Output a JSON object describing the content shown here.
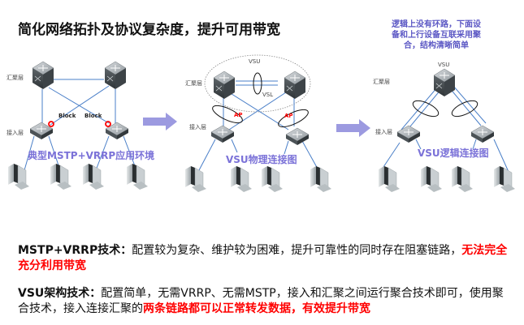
{
  "title": "简化网络拓扑及协议复杂度，提升可用带宽",
  "note": "逻辑上没有环路，下面设备和上行设备互联采用聚合，结构清晰简单",
  "diagrams": {
    "mstp": {
      "caption": "典型MSTP+VRRP应用环境",
      "layer_agg": "汇聚层",
      "layer_access": "接入层",
      "block_left": "Block",
      "block_right": "Block"
    },
    "vsu_physical": {
      "caption": "VSU物理连接图",
      "layer_agg": "汇聚层",
      "layer_access": "接入层",
      "vsu_label": "VSU",
      "vsl_label": "VSL",
      "ap_left": "AP",
      "ap_right": "AP"
    },
    "vsu_logical": {
      "caption": "VSU逻辑连接图",
      "layer_agg": "汇聚层",
      "layer_access": "接入层",
      "vsu_label": "VSU"
    }
  },
  "paragraphs": {
    "mstp": {
      "lead": "MSTP+VRRP技术：",
      "body": "配置较为复杂、维护较为困难，提升可靠性的同时存在阻塞链路，",
      "highlight": "无法完全充分利用带宽"
    },
    "vsu": {
      "lead": "VSU架构技术：",
      "body": "配置简单，无需VRRP、无需MSTP，接入和汇聚之间运行聚合技术即可，使用聚合技术，接入连接汇聚的",
      "highlight": "两条链路都可以正常转发数据，有效提升带宽"
    }
  },
  "colors": {
    "link": "#4a7fc8",
    "arrow": "#9c9ae0",
    "caption": "#7b72d8",
    "highlight": "#ff0000",
    "block_marker": "#ff0000"
  }
}
